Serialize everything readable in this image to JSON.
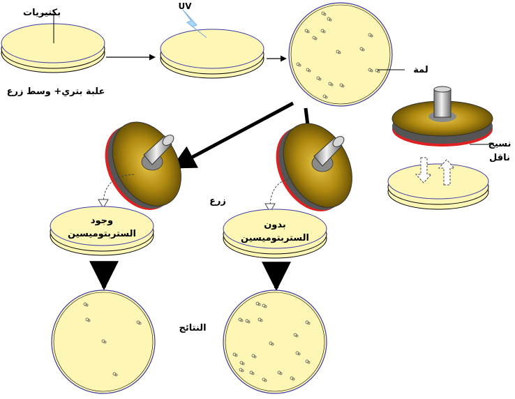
{
  "labels": {
    "bacteria": "بكتيريات",
    "petri_dish_medium": "علبة بتري+ وسط زرع",
    "uv": "UV",
    "colony": "لمة",
    "velvet_line1": "نسيج",
    "velvet_line2": "ناقل",
    "culture": "زرع",
    "with_strep_line1": "وجود",
    "with_strep_line2": "الستربتوميسين",
    "without_strep_line1": "بدون",
    "without_strep_line2": "الستربتوميسين",
    "results": "النتائج"
  },
  "colors": {
    "agar": "#fdf6b4",
    "dish_rim": "#3a3aa8",
    "velvet": "#e02020",
    "disc_gold": "#b08a10",
    "uv_bolt": "#a8d8ff"
  }
}
